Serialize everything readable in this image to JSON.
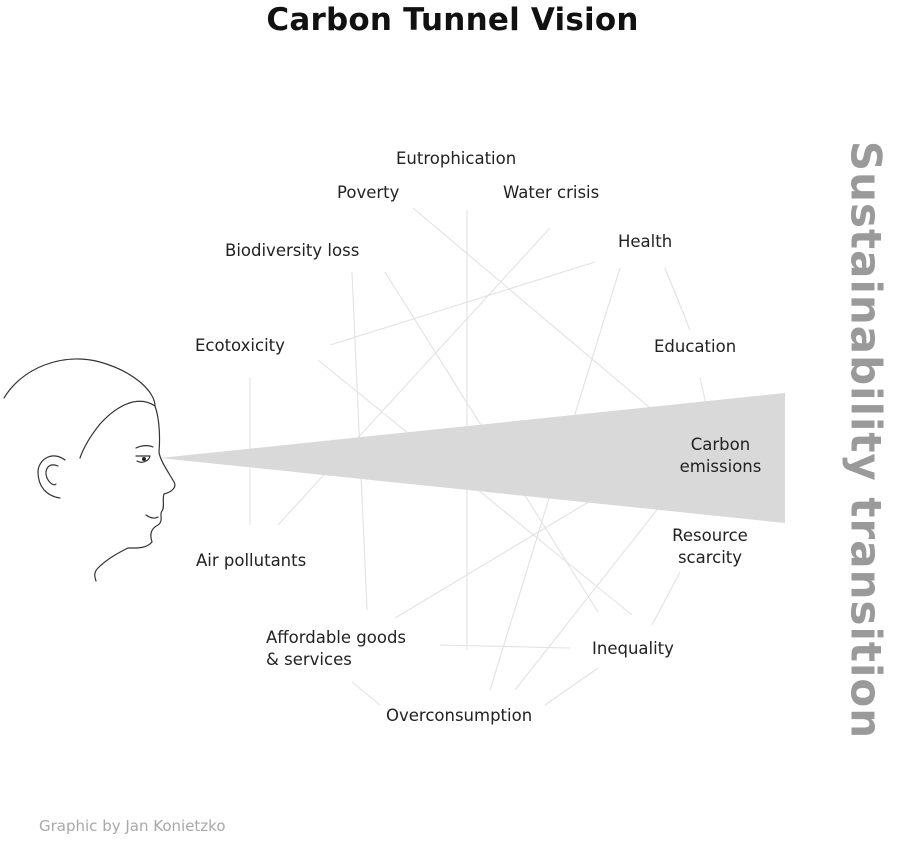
{
  "title": "Carbon Tunnel Vision",
  "side_label": "Sustainability transition",
  "credit": "Graphic by Jan Konietzko",
  "nodes": {
    "eutrophication": "Eutrophication",
    "poverty": "Poverty",
    "water_crisis": "Water crisis",
    "health": "Health",
    "biodiversity_loss": "Biodiversity loss",
    "ecotoxicity": "Ecotoxicity",
    "education": "Education",
    "carbon_emissions_1": "Carbon",
    "carbon_emissions_2": "emissions",
    "resource_scarcity_1": "Resource",
    "resource_scarcity_2": "scarcity",
    "air_pollutants": "Air pollutants",
    "affordable_goods_1": "Affordable goods",
    "affordable_goods_2": "& services",
    "inequality": "Inequality",
    "overconsumption": "Overconsumption"
  },
  "colors": {
    "tunnel": "#d9d9d9",
    "connector": "#e2e2e2",
    "side_label": "#9a9a9a",
    "credit": "#a8a8a8"
  }
}
